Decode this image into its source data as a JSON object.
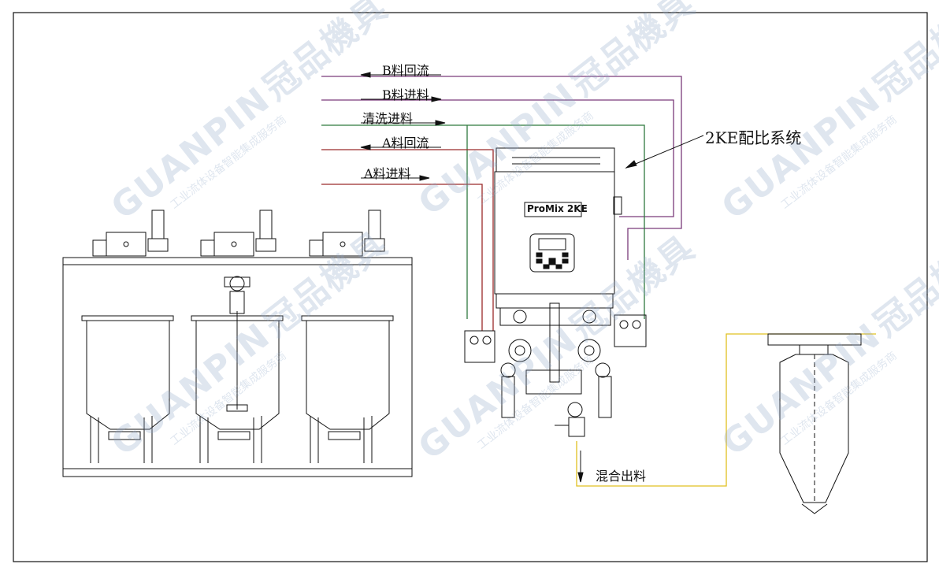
{
  "labels": {
    "b_return": "B料回流",
    "b_feed": "B料进料",
    "clean_feed": "清洗进料",
    "a_return": "A料回流",
    "a_feed": "A料进料",
    "system": "2KE配比系统",
    "mix_out": "混合出料"
  },
  "device": {
    "model": "ProMix 2KE"
  },
  "watermark": {
    "brand": "GUANPIN",
    "cn_name": "冠品機具",
    "slogan": "工业流体设备智能集成服务商"
  },
  "colors": {
    "b_return": "#7a3a7a",
    "b_feed": "#7a3a7a",
    "clean_feed": "#2f7a3f",
    "a_return": "#9a2a2a",
    "a_feed": "#9a2a2a",
    "mix_out": "#e0c020",
    "line": "#111111"
  }
}
